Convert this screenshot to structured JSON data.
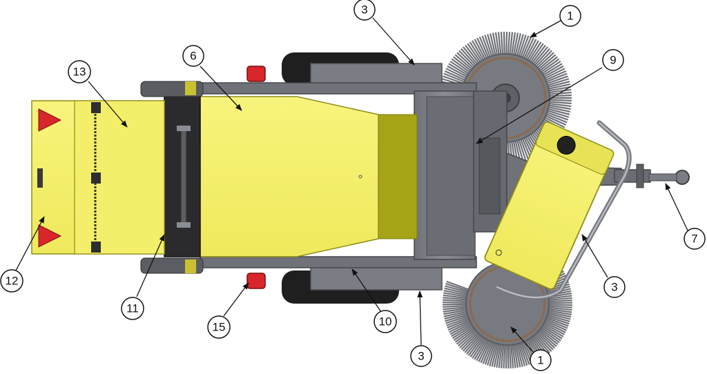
{
  "callouts": [
    {
      "id": "c1a",
      "label": "1"
    },
    {
      "id": "c1b",
      "label": "1"
    },
    {
      "id": "c3a",
      "label": "3"
    },
    {
      "id": "c3b",
      "label": "3"
    },
    {
      "id": "c3c",
      "label": "3"
    },
    {
      "id": "c6",
      "label": "6"
    },
    {
      "id": "c7",
      "label": "7"
    },
    {
      "id": "c9",
      "label": "9"
    },
    {
      "id": "c10",
      "label": "10"
    },
    {
      "id": "c11",
      "label": "11"
    },
    {
      "id": "c12",
      "label": "12"
    },
    {
      "id": "c13",
      "label": "13"
    },
    {
      "id": "c15",
      "label": "15"
    }
  ],
  "colors": {
    "yellow": "#f6f26e",
    "yellow_dark": "#e4e052",
    "olive": "#a6a317",
    "steel": "#7b7e85",
    "steel_dark": "#56595f",
    "tire": "#1f1f1f",
    "brush": "#6d6f75",
    "red": "#d8262a"
  }
}
